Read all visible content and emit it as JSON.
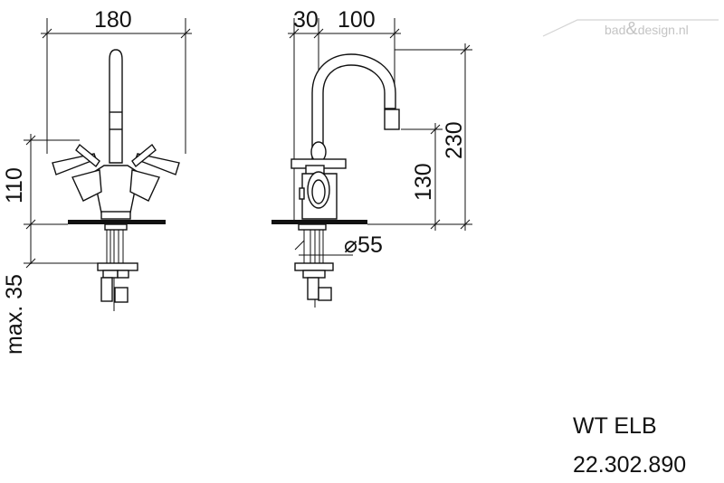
{
  "watermark": {
    "part1": "bad",
    "ampersand": "&",
    "part2": "design.nl",
    "color": "#c4c4c4"
  },
  "dimensions": {
    "front_width": "180",
    "side_offset": "30",
    "spout_reach": "100",
    "total_height": "230",
    "spout_height": "130",
    "handle_height": "110",
    "max_thickness": "max. 35",
    "hole_diameter": "⌀55"
  },
  "product": {
    "model": "WT ELB",
    "article_number": "22.302.890"
  }
}
